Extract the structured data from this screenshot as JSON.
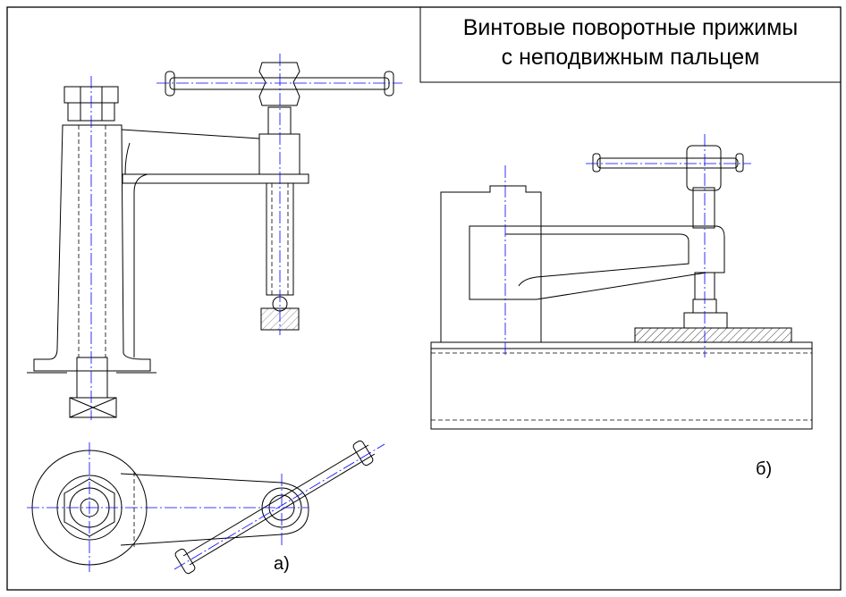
{
  "title": {
    "line1": "Винтовые поворотные прижимы",
    "line2": "с неподвижным пальцем"
  },
  "labels": {
    "view_a": "а)",
    "view_b": "б)"
  },
  "colors": {
    "outline": "#000000",
    "centerline": "#0000ff"
  }
}
